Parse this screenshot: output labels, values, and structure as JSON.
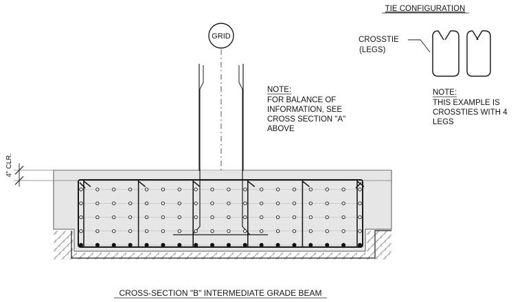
{
  "tie_config": {
    "heading": "TIE CONFIGURATION",
    "crosstie_line1": "CROSSTIE",
    "crosstie_line2": "(LEGS)",
    "note_title": "NOTE:",
    "note_lines": [
      "THIS EXAMPLE IS",
      "CROSSTIES WITH 4",
      "LEGS"
    ]
  },
  "section_note": {
    "title": "NOTE:",
    "lines": [
      "FOR BALANCE OF",
      "INFORMATION, SEE",
      "CROSS SECTION \"A\"",
      "ABOVE"
    ]
  },
  "grid_bubble": "GRID",
  "clearance": "4\" CLR.",
  "caption": "CROSS-SECTION \"B\" INTERMEDIATE GRADE BEAM",
  "reinforcement": {
    "bar_rows": 5,
    "bar_columns": 18,
    "crossties": 6
  },
  "colors": {
    "line": "#1a1a1a",
    "concrete": "#e6e6e6",
    "soil_hatch": "#8a8a8a"
  }
}
